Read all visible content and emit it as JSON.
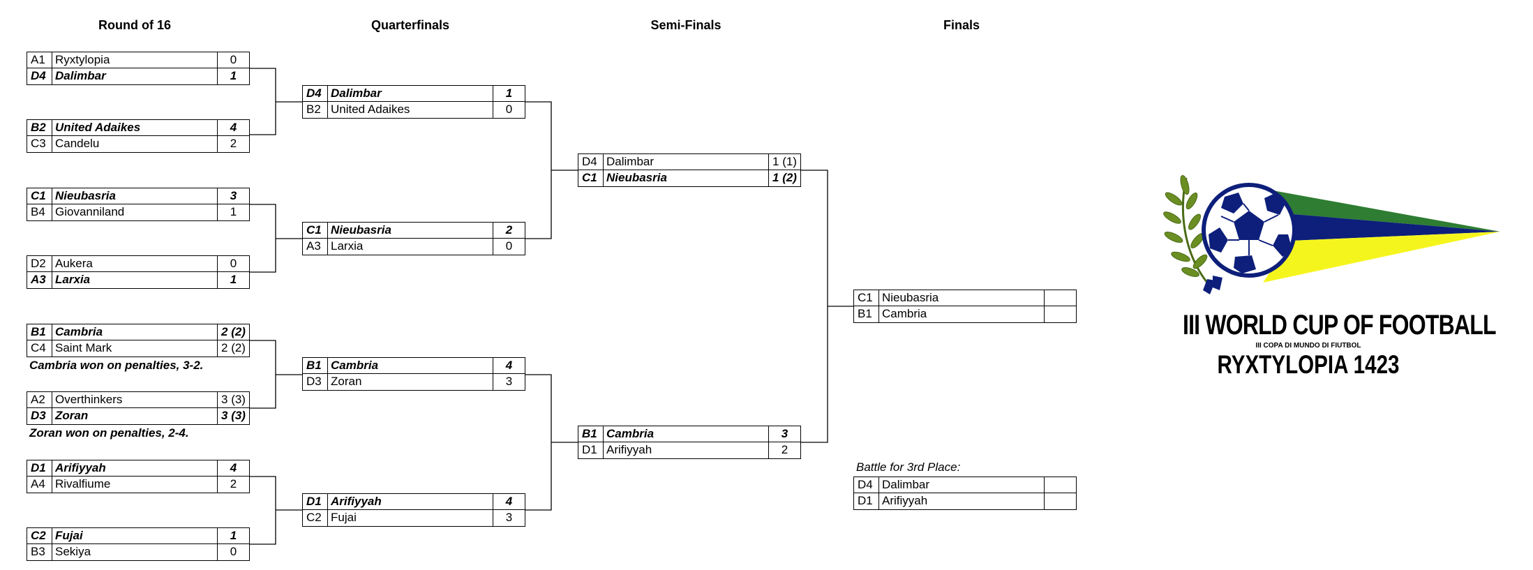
{
  "rounds": {
    "r16": "Round of 16",
    "qf": "Quarterfinals",
    "sf": "Semi-Finals",
    "final": "Finals"
  },
  "r16": [
    {
      "t1": {
        "seed": "A1",
        "name": "Ryxtylopia",
        "score": "0",
        "winner": false
      },
      "t2": {
        "seed": "D4",
        "name": "Dalimbar",
        "score": "1",
        "winner": true
      }
    },
    {
      "t1": {
        "seed": "B2",
        "name": "United Adaikes",
        "score": "4",
        "winner": true
      },
      "t2": {
        "seed": "C3",
        "name": "Candelu",
        "score": "2",
        "winner": false
      }
    },
    {
      "t1": {
        "seed": "C1",
        "name": "Nieubasria",
        "score": "3",
        "winner": true
      },
      "t2": {
        "seed": "B4",
        "name": "Giovanniland",
        "score": "1",
        "winner": false
      }
    },
    {
      "t1": {
        "seed": "D2",
        "name": "Aukera",
        "score": "0",
        "winner": false
      },
      "t2": {
        "seed": "A3",
        "name": "Larxia",
        "score": "1",
        "winner": true
      }
    },
    {
      "t1": {
        "seed": "B1",
        "name": "Cambria",
        "score": "2 (2)",
        "winner": true
      },
      "t2": {
        "seed": "C4",
        "name": "Saint Mark",
        "score": "2 (2)",
        "winner": false
      },
      "note": "Cambria won on penalties, 3-2."
    },
    {
      "t1": {
        "seed": "A2",
        "name": "Overthinkers",
        "score": "3 (3)",
        "winner": false
      },
      "t2": {
        "seed": "D3",
        "name": "Zoran",
        "score": "3 (3)",
        "winner": true
      },
      "note": "Zoran won on penalties, 2-4."
    },
    {
      "t1": {
        "seed": "D1",
        "name": "Arifiyyah",
        "score": "4",
        "winner": true
      },
      "t2": {
        "seed": "A4",
        "name": "Rivalfiume",
        "score": "2",
        "winner": false
      }
    },
    {
      "t1": {
        "seed": "C2",
        "name": "Fujai",
        "score": "1",
        "winner": true
      },
      "t2": {
        "seed": "B3",
        "name": "Sekiya",
        "score": "0",
        "winner": false
      }
    }
  ],
  "qf": [
    {
      "t1": {
        "seed": "D4",
        "name": "Dalimbar",
        "score": "1",
        "winner": true
      },
      "t2": {
        "seed": "B2",
        "name": "United Adaikes",
        "score": "0",
        "winner": false
      }
    },
    {
      "t1": {
        "seed": "C1",
        "name": "Nieubasria",
        "score": "2",
        "winner": true
      },
      "t2": {
        "seed": "A3",
        "name": "Larxia",
        "score": "0",
        "winner": false
      }
    },
    {
      "t1": {
        "seed": "B1",
        "name": "Cambria",
        "score": "4",
        "winner": true
      },
      "t2": {
        "seed": "D3",
        "name": "Zoran",
        "score": "3",
        "winner": false
      }
    },
    {
      "t1": {
        "seed": "D1",
        "name": "Arifiyyah",
        "score": "4",
        "winner": true
      },
      "t2": {
        "seed": "C2",
        "name": "Fujai",
        "score": "3",
        "winner": false
      }
    }
  ],
  "sf": [
    {
      "t1": {
        "seed": "D4",
        "name": "Dalimbar",
        "score": "1 (1)",
        "winner": false
      },
      "t2": {
        "seed": "C1",
        "name": "Nieubasria",
        "score": "1 (2)",
        "winner": true
      }
    },
    {
      "t1": {
        "seed": "B1",
        "name": "Cambria",
        "score": "3",
        "winner": true
      },
      "t2": {
        "seed": "D1",
        "name": "Arifiyyah",
        "score": "2",
        "winner": false
      }
    }
  ],
  "final": {
    "t1": {
      "seed": "C1",
      "name": "Nieubasria",
      "score": "",
      "winner": false
    },
    "t2": {
      "seed": "B1",
      "name": "Cambria",
      "score": "",
      "winner": false
    }
  },
  "third_place": {
    "label": "Battle for 3rd Place:",
    "t1": {
      "seed": "D4",
      "name": "Dalimbar",
      "score": "",
      "winner": false
    },
    "t2": {
      "seed": "D1",
      "name": "Arifiyyah",
      "score": "",
      "winner": false
    }
  },
  "logo": {
    "title": "III WORLD CUP OF FOOTBALL",
    "subtitle": "III COPA DI MUNDO DI FIUTBOL",
    "host": "RYXTYLOPIA 1423",
    "colors": {
      "green": "#2e7d32",
      "navy": "#0d1f7a",
      "yellow": "#f5f51e",
      "olive": "#6b8e23"
    }
  }
}
